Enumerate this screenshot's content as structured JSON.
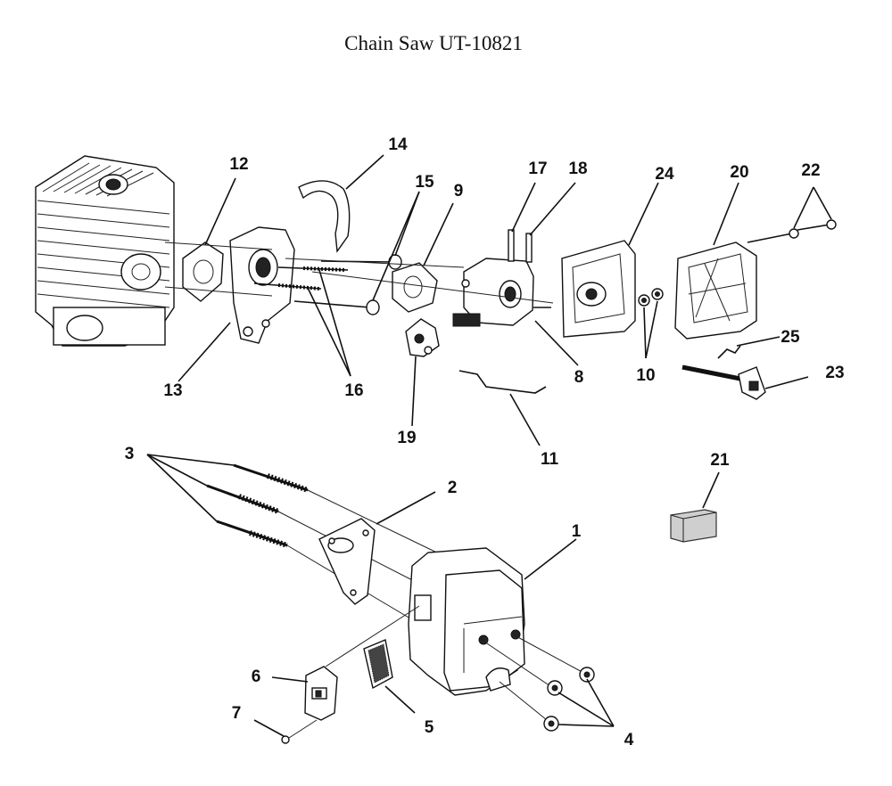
{
  "title": "Chain Saw UT-10821",
  "callouts": {
    "c1": "1",
    "c2": "2",
    "c3": "3",
    "c4": "4",
    "c5": "5",
    "c6": "6",
    "c7": "7",
    "c8": "8",
    "c9": "9",
    "c10": "10",
    "c11": "11",
    "c12": "12",
    "c13": "13",
    "c14": "14",
    "c15": "15",
    "c16": "16",
    "c17": "17",
    "c18": "18",
    "c19": "19",
    "c20": "20",
    "c21": "21",
    "c22": "22",
    "c23": "23",
    "c24": "24",
    "c25": "25"
  }
}
